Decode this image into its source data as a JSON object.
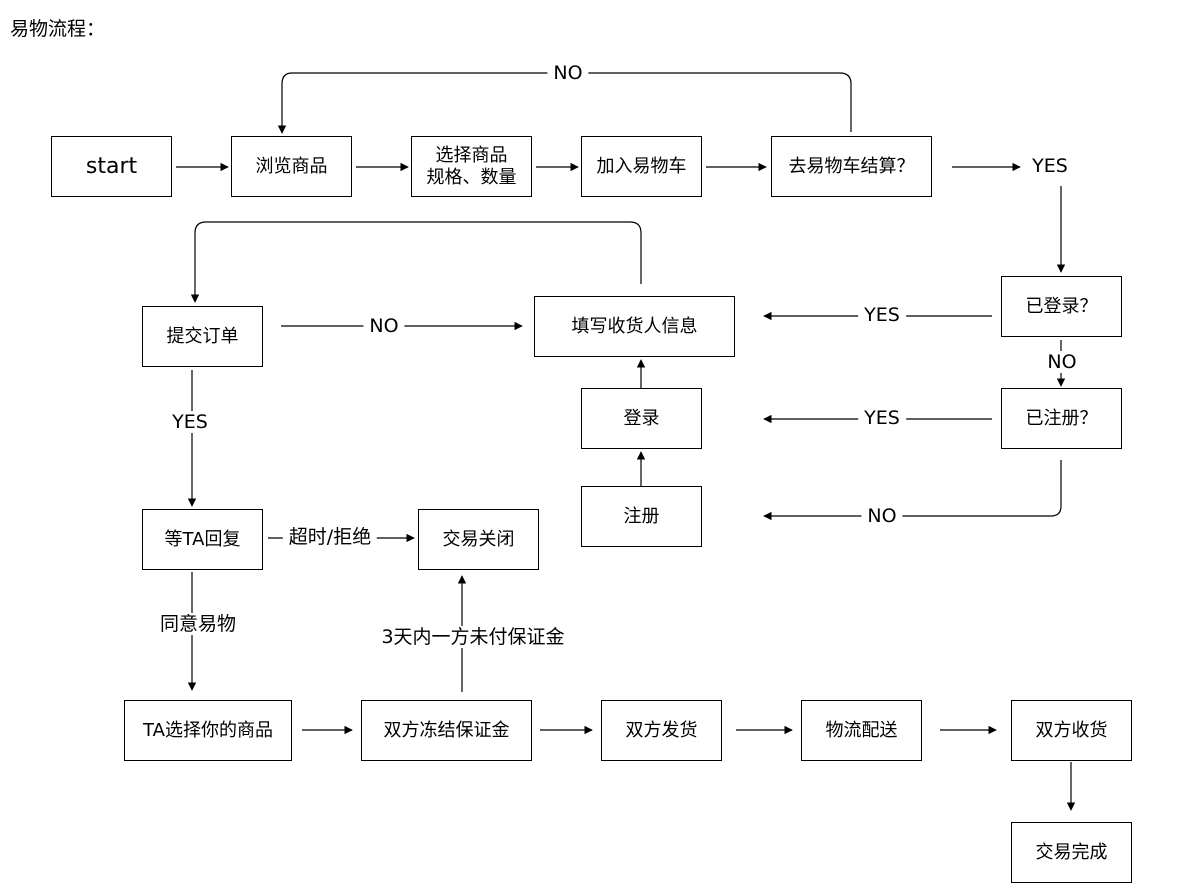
{
  "title": "易物流程：",
  "nodes": {
    "start": "start",
    "browse": "浏览商品",
    "select_spec_line1": "选择商品",
    "select_spec_line2": "规格、数量",
    "add_cart": "加入易物车",
    "checkout": "去易物车结算？",
    "logged_in": "已登录？",
    "registered": "已注册？",
    "fill_address": "填写收货人信息",
    "login": "登录",
    "register": "注册",
    "submit_order": "提交订单",
    "wait_reply": "等TA回复",
    "trade_closed": "交易关闭",
    "ta_select": "TA选择你的商品",
    "freeze_deposit": "双方冻结保证金",
    "both_ship": "双方发货",
    "logistics": "物流配送",
    "both_receive": "双方收货",
    "trade_done": "交易完成"
  },
  "labels": {
    "no_top": "NO",
    "yes_checkout": "YES",
    "yes_logged": "YES",
    "no_logged": "NO",
    "yes_registered": "YES",
    "no_registered": "NO",
    "no_submit": "NO",
    "yes_submit": "YES",
    "timeout_reject": "超时/拒绝",
    "agree": "同意易物",
    "deposit_unpaid": "3天内一方未付保证金"
  }
}
